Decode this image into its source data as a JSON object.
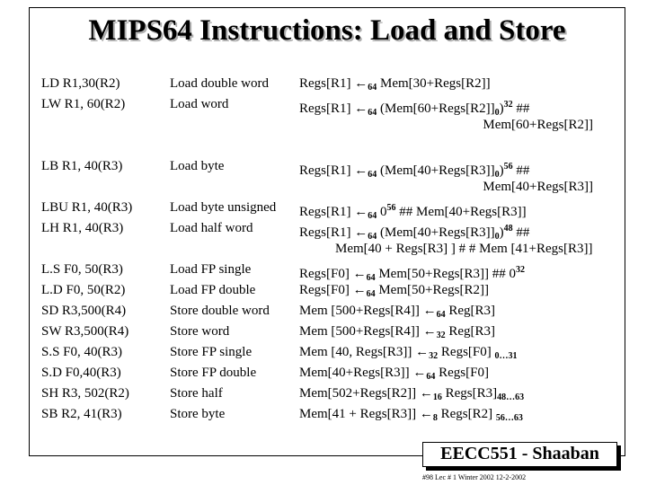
{
  "title": "MIPS64 Instructions: Load and Store",
  "arrow": "←",
  "rows": [
    {
      "instr": "LD R1,30(R2)",
      "desc": "Load double word",
      "sem": {
        "pre": "Regs[R1] ",
        "sub": "64",
        "post": "  Mem[30+Regs[R2]]"
      }
    },
    {
      "instr": "LW R1, 60(R2)",
      "desc": "Load word",
      "sem": {
        "pre": "Regs[R1] ",
        "sub": "64",
        "mid": "  (Mem[60+Regs[R2]]",
        "sub2": "0",
        "mid2": ")",
        "sup": "32",
        "post": " ##"
      },
      "cont": "Mem[60+Regs[R2]]"
    },
    {
      "instr": "LB R1, 40(R3)",
      "desc": "Load byte",
      "sem": {
        "pre": "Regs[R1] ",
        "sub": "64",
        "mid": "  (Mem[40+Regs[R3]]",
        "sub2": "0",
        "mid2": ")",
        "sup": "56",
        "post": " ##"
      },
      "cont": "Mem[40+Regs[R3]]"
    },
    {
      "instr": "LBU R1, 40(R3)",
      "desc": "Load byte unsigned",
      "sem": {
        "pre": "Regs[R1] ",
        "sub": "64",
        "mid": " 0",
        "sup": "56",
        "post": " ## Mem[40+Regs[R3]]"
      }
    },
    {
      "instr": "LH R1, 40(R3)",
      "desc": "Load half word",
      "sem": {
        "pre": "Regs[R1] ",
        "sub": "64",
        "mid": " (Mem[40+Regs[R3]]",
        "sub2": "0",
        "mid2": ")",
        "sup": "48",
        "post": " ##"
      },
      "cont": "Mem[40 + Regs[R3] ] # # Mem [41+Regs[R3]]"
    },
    {
      "instr": "L.S F0, 50(R3)",
      "desc": "Load FP single",
      "sem": {
        "pre": "Regs[F0] ",
        "sub": "64",
        "mid": "  Mem[50+Regs[R3]] ## 0",
        "sup": "32",
        "post": ""
      }
    },
    {
      "instr": "L.D F0, 50(R2)",
      "desc": "Load FP double",
      "sem": {
        "pre": "Regs[F0]  ",
        "sub": "64",
        "post": " Mem[50+Regs[R2]]"
      }
    },
    {
      "instr": "SD R3,500(R4)",
      "desc": "Store double word",
      "sem": {
        "pre": "Mem  [500+Regs[R4]] ",
        "sub": "64",
        "post": " Reg[R3]"
      }
    },
    {
      "instr": "SW R3,500(R4)",
      "desc": "Store word",
      "sem": {
        "pre": "Mem  [500+Regs[R4]] ",
        "sub": "32",
        "post": " Reg[R3]"
      }
    },
    {
      "instr": "S.S F0, 40(R3)",
      "desc": "Store FP single",
      "sem": {
        "pre": "Mem  [40, Regs[R3]] ",
        "sub": "32",
        "post": " Regs[F0] ",
        "sub2": "0…31"
      }
    },
    {
      "instr": "S.D F0,40(R3)",
      "desc": "Store FP double",
      "sem": {
        "pre": "Mem[40+Regs[R3]] ",
        "sub": "64",
        "post": "  Regs[F0]"
      }
    },
    {
      "instr": "SH  R3, 502(R2)",
      "desc": "Store half",
      "sem": {
        "pre": "Mem[502+Regs[R2]] ",
        "sub": "16",
        "post": " Regs[R3]",
        "sub2": "48…63"
      }
    },
    {
      "instr": "SB  R2, 41(R3)",
      "desc": "Store byte",
      "sem": {
        "pre": "Mem[41 + Regs[R3]] ",
        "sub": "8",
        "post": "  Regs[R2] ",
        "sub2": "56…63"
      }
    }
  ],
  "badge": "EECC551 - Shaaban",
  "footer": "#98   Lec # 1 Winter 2002   12-2-2002"
}
